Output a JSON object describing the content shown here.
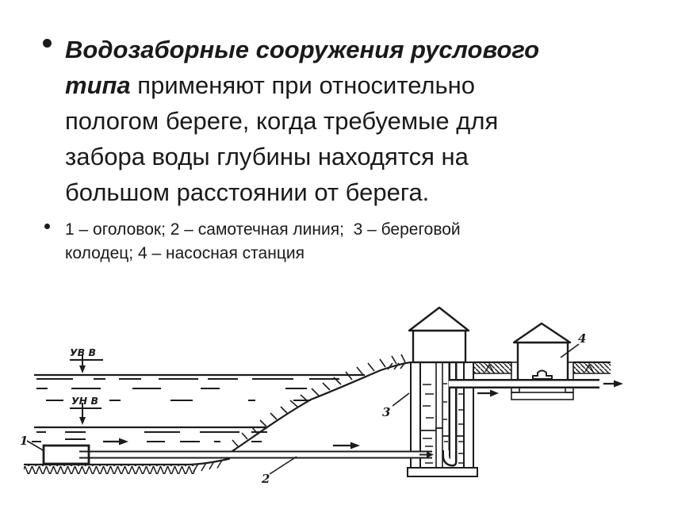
{
  "slide": {
    "background_color": "#ffffff",
    "text_color": "#1a1a1a",
    "bullet1": {
      "lines": [
        {
          "bold": "Водозаборные сооружения руслового",
          "plain": ""
        },
        {
          "bold": "типа",
          "plain": " применяют при относительно"
        },
        {
          "bold": "",
          "plain": "пологом береге, когда требуемые для"
        },
        {
          "bold": "",
          "plain": "забора воды глубины находятся на"
        },
        {
          "bold": "",
          "plain": "большом расстоянии от берега."
        }
      ]
    },
    "bullet2": {
      "lines": [
        "1 – оголовок; 2 – самотечная линия;  3 – береговой",
        "колодец; 4 – насосная станция"
      ]
    }
  },
  "diagram": {
    "ink_color": "#1c1c1c",
    "labels": {
      "high_water_mark": "УВ В",
      "low_water_mark": "УН В",
      "part_1": "1",
      "part_2": "2",
      "part_3": "3",
      "part_4": "4"
    }
  }
}
